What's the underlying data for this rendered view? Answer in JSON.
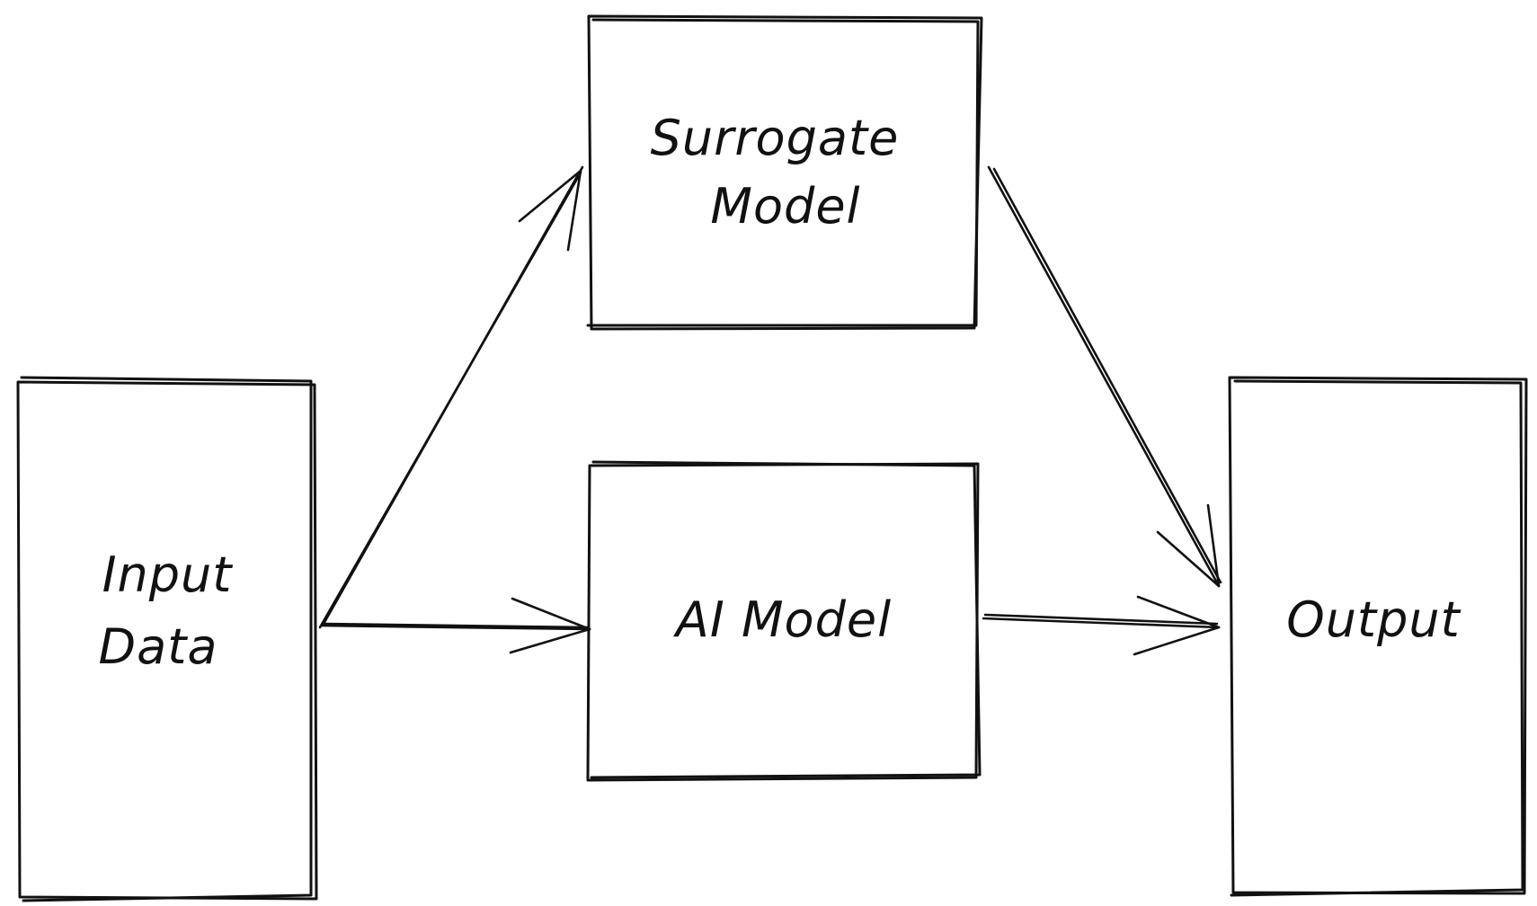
{
  "colors": {
    "stroke": "#111111",
    "background": "#ffffff"
  },
  "nodes": {
    "input": {
      "line1": "Input",
      "line2": "Data"
    },
    "surrogate": {
      "line1": "Surrogate",
      "line2": "Model"
    },
    "ai_model": {
      "label": "AI Model"
    },
    "output": {
      "label": "Output"
    }
  },
  "edges": [
    {
      "from": "Input Data",
      "to": "Surrogate Model"
    },
    {
      "from": "Input Data",
      "to": "AI Model"
    },
    {
      "from": "Surrogate Model",
      "to": "Output"
    },
    {
      "from": "AI Model",
      "to": "Output"
    }
  ]
}
